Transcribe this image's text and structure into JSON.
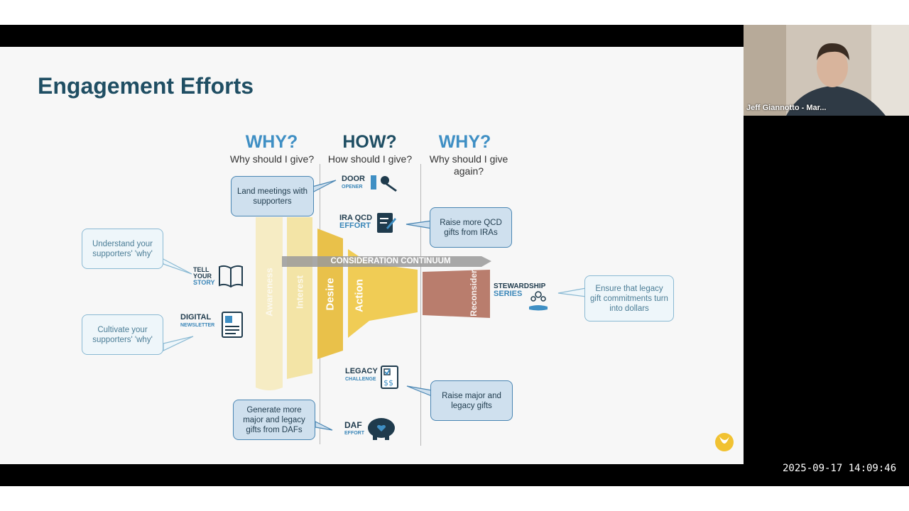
{
  "slide": {
    "title": "Engagement Efforts",
    "columns": [
      {
        "heading": "WHY?",
        "subtitle": "Why should I give?",
        "color": "#3f8fc4"
      },
      {
        "heading": "HOW?",
        "subtitle": "How should I give?",
        "color": "#1f4e63"
      },
      {
        "heading": "WHY?",
        "subtitle": "Why should I give again?",
        "color": "#3f8fc4"
      }
    ],
    "bubbles": {
      "land_meetings": "Land meetings with supporters",
      "understand": "Understand your supporters' 'why'",
      "cultivate": "Cultivate your supporters' 'why'",
      "generate": "Generate more major and legacy gifts from DAFs",
      "raise_qcd": "Raise more QCD gifts from IRAs",
      "raise_major": "Raise major and legacy gifts",
      "ensure": "Ensure that legacy gift commitments turn into dollars"
    },
    "labels": {
      "door_1": "DOOR",
      "door_2": "OPENER",
      "ira_1": "IRA QCD",
      "ira_2": "EFFORT",
      "tell_1": "TELL",
      "tell_2": "YOUR",
      "tell_3": "STORY",
      "digital_1": "DIGITAL",
      "digital_2": "NEWSLETTER",
      "legacy_1": "LEGACY",
      "legacy_2": "CHALLENGE",
      "daf_1": "DAF",
      "daf_2": "EFFORT",
      "stew_1": "STEWARDSHIP",
      "stew_2": "SERIES"
    },
    "stages": [
      "Awareness",
      "Interest",
      "Desire",
      "Action",
      "Reconsider"
    ],
    "continuum": "CONSIDERATION CONTINUUM",
    "colors": {
      "awareness": "#f6ecc4",
      "interest": "#f3e4a6",
      "desire": "#e9c14a",
      "action": "#f0cc55",
      "reconsider": "#b97d6d",
      "accent": "#3f8fc4"
    }
  },
  "video": {
    "participant_name": "Jeff Giannotto - Mar..."
  },
  "timestamp": "2025-09-17 14:09:46"
}
